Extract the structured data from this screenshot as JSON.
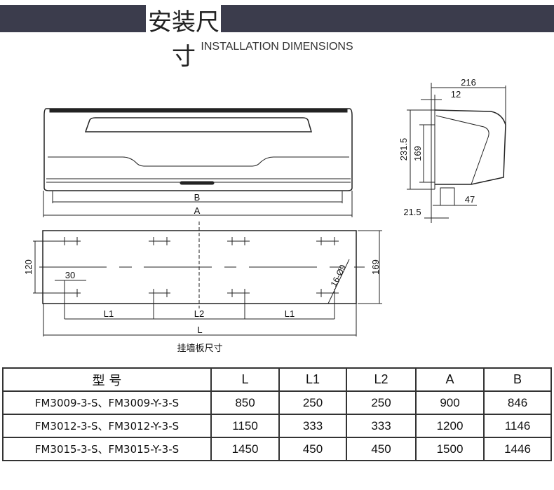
{
  "header": {
    "title": "安装尺寸",
    "subtitle": "INSTALLATION DIMENSIONS"
  },
  "front_view": {
    "labels": {
      "b": "B",
      "a": "A"
    }
  },
  "side_view": {
    "dims": {
      "depth": "216",
      "plate": "12",
      "height": "231.5",
      "plate_height": "169",
      "pipe": "47",
      "pipe_offset": "21.5"
    }
  },
  "plate_view": {
    "dims": {
      "h120": "120",
      "h169": "169",
      "spacing": "30",
      "holes": "16-Ø9",
      "l1": "L1",
      "l2": "L2",
      "l": "L"
    },
    "caption": "挂墙板尺寸"
  },
  "table": {
    "headers": [
      "型 号",
      "L",
      "L1",
      "L2",
      "A",
      "B"
    ],
    "rows": [
      [
        "FM3009-3-S、FM3009-Y-3-S",
        "850",
        "250",
        "250",
        "900",
        "846"
      ],
      [
        "FM3012-3-S、FM3012-Y-3-S",
        "1150",
        "333",
        "333",
        "1200",
        "1146"
      ],
      [
        "FM3015-3-S、FM3015-Y-3-S",
        "1450",
        "450",
        "450",
        "1500",
        "1446"
      ]
    ]
  }
}
